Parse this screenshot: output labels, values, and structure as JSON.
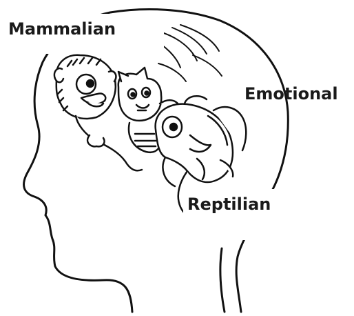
{
  "labels": {
    "mammalian": "Mammalian",
    "emotional": "Emotional",
    "reptilian": "Reptilian"
  },
  "illustration": {
    "head": "head-silhouette",
    "monkey": "monkey-icon",
    "cat": "cat-icon",
    "lizard": "lizard-icon",
    "ink_color": "#111111"
  }
}
